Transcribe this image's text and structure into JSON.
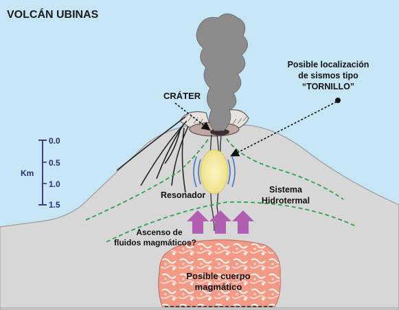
{
  "title": "VOLCÁN UBINAS",
  "labels": {
    "crater": "CRÁTER",
    "sismos_line1": "Posible localización",
    "sismos_line2": "de sismos tipo",
    "sismos_line3": "“TORNILLO”",
    "resonador": "Resonador",
    "sistema_line1": "Sistema",
    "sistema_line2": "Hidrotermal",
    "ascenso_line1": "Ascenso de",
    "ascenso_line2": "fluidos magmáticos?",
    "cuerpo_line1": "Posible cuerpo",
    "cuerpo_line2": "magmático"
  },
  "scale": {
    "unit": "Km",
    "ticks": [
      "0.0",
      "0.5",
      "1.0",
      "1.5"
    ]
  },
  "colors": {
    "sky": "#c6e6f5",
    "ground": "#d7d7d7",
    "plume": "#8c8c8c",
    "hydrothermal_line": "#2aa34a",
    "arrow": "#b05fb0",
    "magma": "#f29a86",
    "resonator": "#f3eb9b",
    "scale": "#2c2c7a"
  }
}
